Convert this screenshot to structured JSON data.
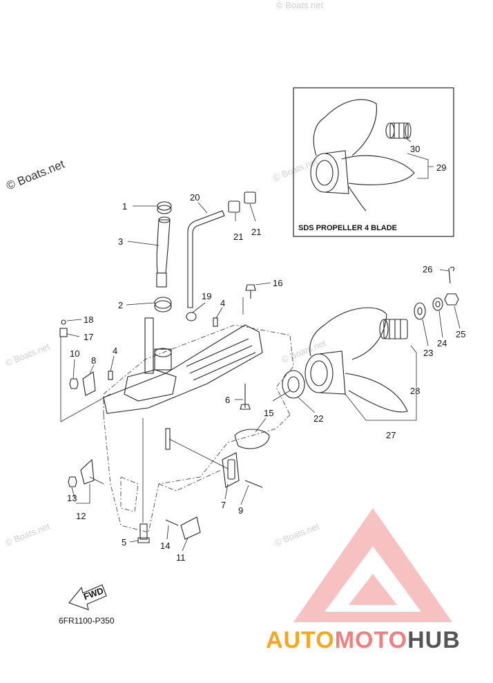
{
  "watermarks": {
    "corner": "© Boats.net",
    "tile": "© Boats.net"
  },
  "inset": {
    "title": "SDS PROPELLER 4 BLADE"
  },
  "diagram_code": "6FR1100-P350",
  "fwd_label": "FWD",
  "brand": {
    "part1": "AUTO",
    "part2": "MOTO",
    "part3": "HUB",
    "color1": "#f5a623",
    "color2": "#f08080",
    "color3": "#555555"
  },
  "callouts": [
    "1",
    "3",
    "2",
    "20",
    "21",
    "21",
    "19",
    "4",
    "16",
    "18",
    "17",
    "10",
    "8",
    "4",
    "6",
    "15",
    "22",
    "23",
    "24",
    "25",
    "26",
    "28",
    "27",
    "7",
    "9",
    "13",
    "12",
    "5",
    "14",
    "11",
    "29",
    "30"
  ]
}
